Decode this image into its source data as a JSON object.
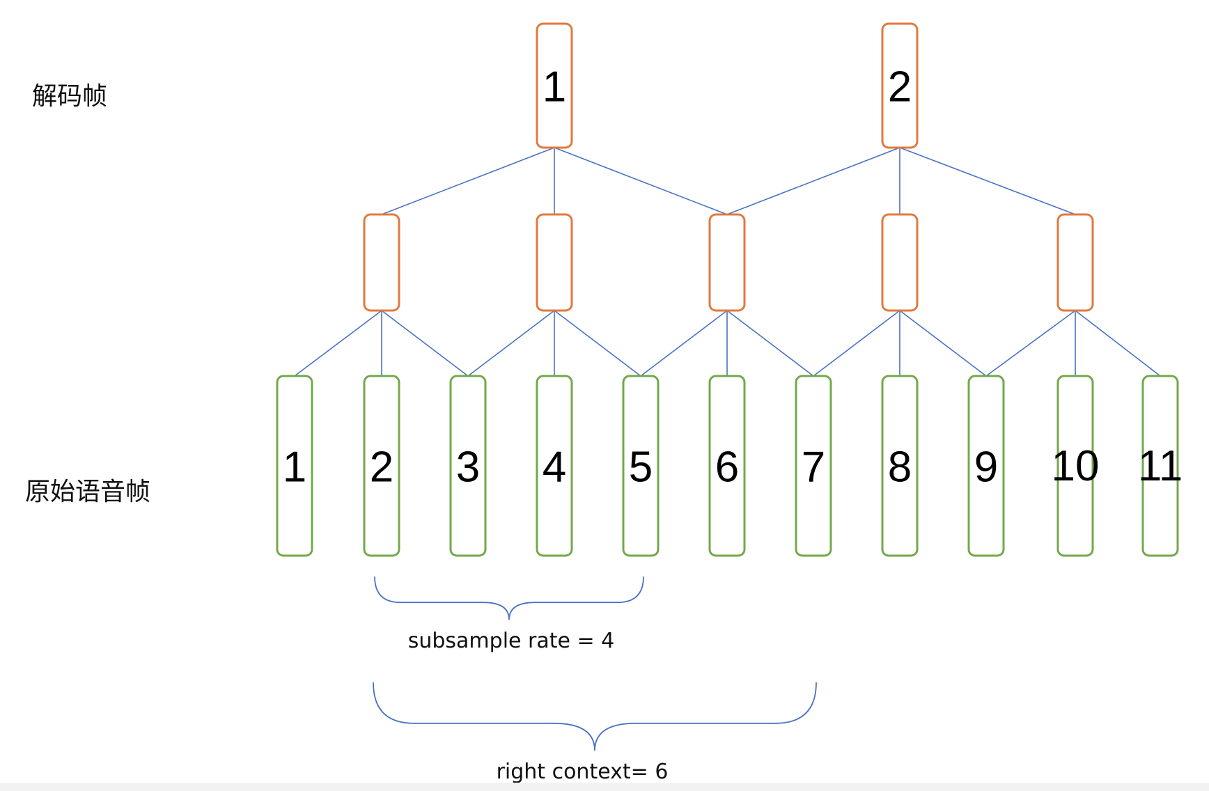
{
  "labels": {
    "decode": "解码帧",
    "original": "原始语音帧"
  },
  "decode_frames": [
    {
      "label": "1"
    },
    {
      "label": "2"
    }
  ],
  "middle_nodes": [
    {
      "label": ""
    },
    {
      "label": ""
    },
    {
      "label": ""
    },
    {
      "label": ""
    },
    {
      "label": ""
    }
  ],
  "original_frames": [
    {
      "label": "1"
    },
    {
      "label": "2"
    },
    {
      "label": "3"
    },
    {
      "label": "4"
    },
    {
      "label": "5"
    },
    {
      "label": "6"
    },
    {
      "label": "7"
    },
    {
      "label": "8"
    },
    {
      "label": "9"
    },
    {
      "label": "10"
    },
    {
      "label": "11"
    }
  ],
  "edges": {
    "decode_to_middle": [
      [
        0,
        0
      ],
      [
        0,
        1
      ],
      [
        0,
        2
      ],
      [
        1,
        2
      ],
      [
        1,
        3
      ],
      [
        1,
        4
      ]
    ],
    "middle_to_original": [
      [
        0,
        0
      ],
      [
        0,
        1
      ],
      [
        0,
        2
      ],
      [
        1,
        2
      ],
      [
        1,
        3
      ],
      [
        1,
        4
      ],
      [
        2,
        4
      ],
      [
        2,
        5
      ],
      [
        2,
        6
      ],
      [
        3,
        6
      ],
      [
        3,
        7
      ],
      [
        3,
        8
      ],
      [
        4,
        8
      ],
      [
        4,
        9
      ],
      [
        4,
        10
      ]
    ]
  },
  "braces": {
    "subsample": {
      "text": "subsample rate = 4",
      "from_frame": 2,
      "to_frame": 5
    },
    "right_context": {
      "text": "right context= 6",
      "from_frame": 2,
      "to_frame": 7
    }
  },
  "colors": {
    "decode_stroke": "#e07a3f",
    "middle_stroke": "#e07a3f",
    "original_stroke": "#73a84b",
    "edge": "#4a72c4",
    "brace": "#4a72c4",
    "text": "#111111"
  }
}
